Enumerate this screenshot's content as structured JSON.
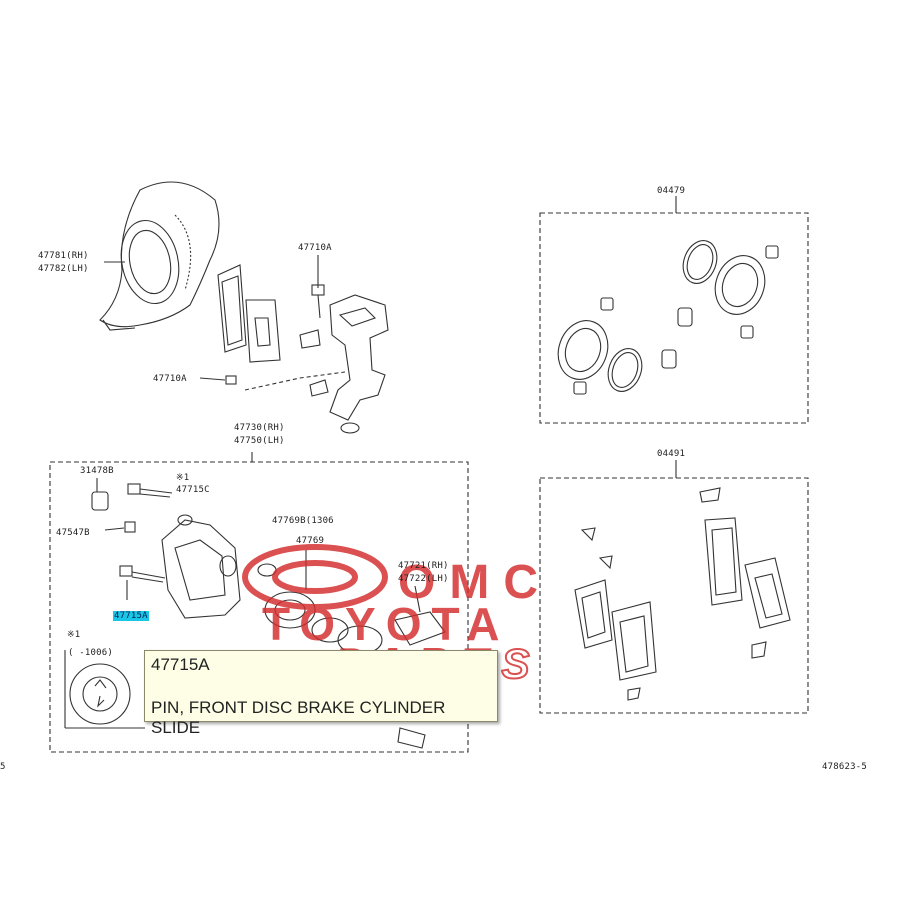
{
  "labels": {
    "part_47781": "47781(RH)",
    "part_47782": "47782(LH)",
    "part_47710a_top": "47710A",
    "part_47710a_bottom": "47710A",
    "part_47730": "47730(RH)",
    "part_47750": "47750(LH)",
    "part_04479": "04479",
    "part_04491": "04491",
    "part_31478b": "31478B",
    "part_47715c_a": "※1",
    "part_47715c_b": "47715C",
    "part_47547b": "47547B",
    "part_47715a": "47715A",
    "part_47769b": "47769B(1306",
    "part_47769": "47769",
    "part_47721": "47721(RH)",
    "part_47722": "47722(LH)",
    "note_mark": "※1",
    "note_range": "(   -1006)",
    "diagram_ref": "478623-5",
    "edge_mark": "5"
  },
  "callout": {
    "part_number": "47715A",
    "description": "PIN, FRONT DISC BRAKE CYLINDER SLIDE"
  },
  "watermark": {
    "line1": "OMC",
    "line2": "TOYOTA",
    "line3": "PARTS",
    "color": "#d42a2a"
  },
  "colors": {
    "line": "#333333",
    "highlight": "#19c6e6"
  }
}
